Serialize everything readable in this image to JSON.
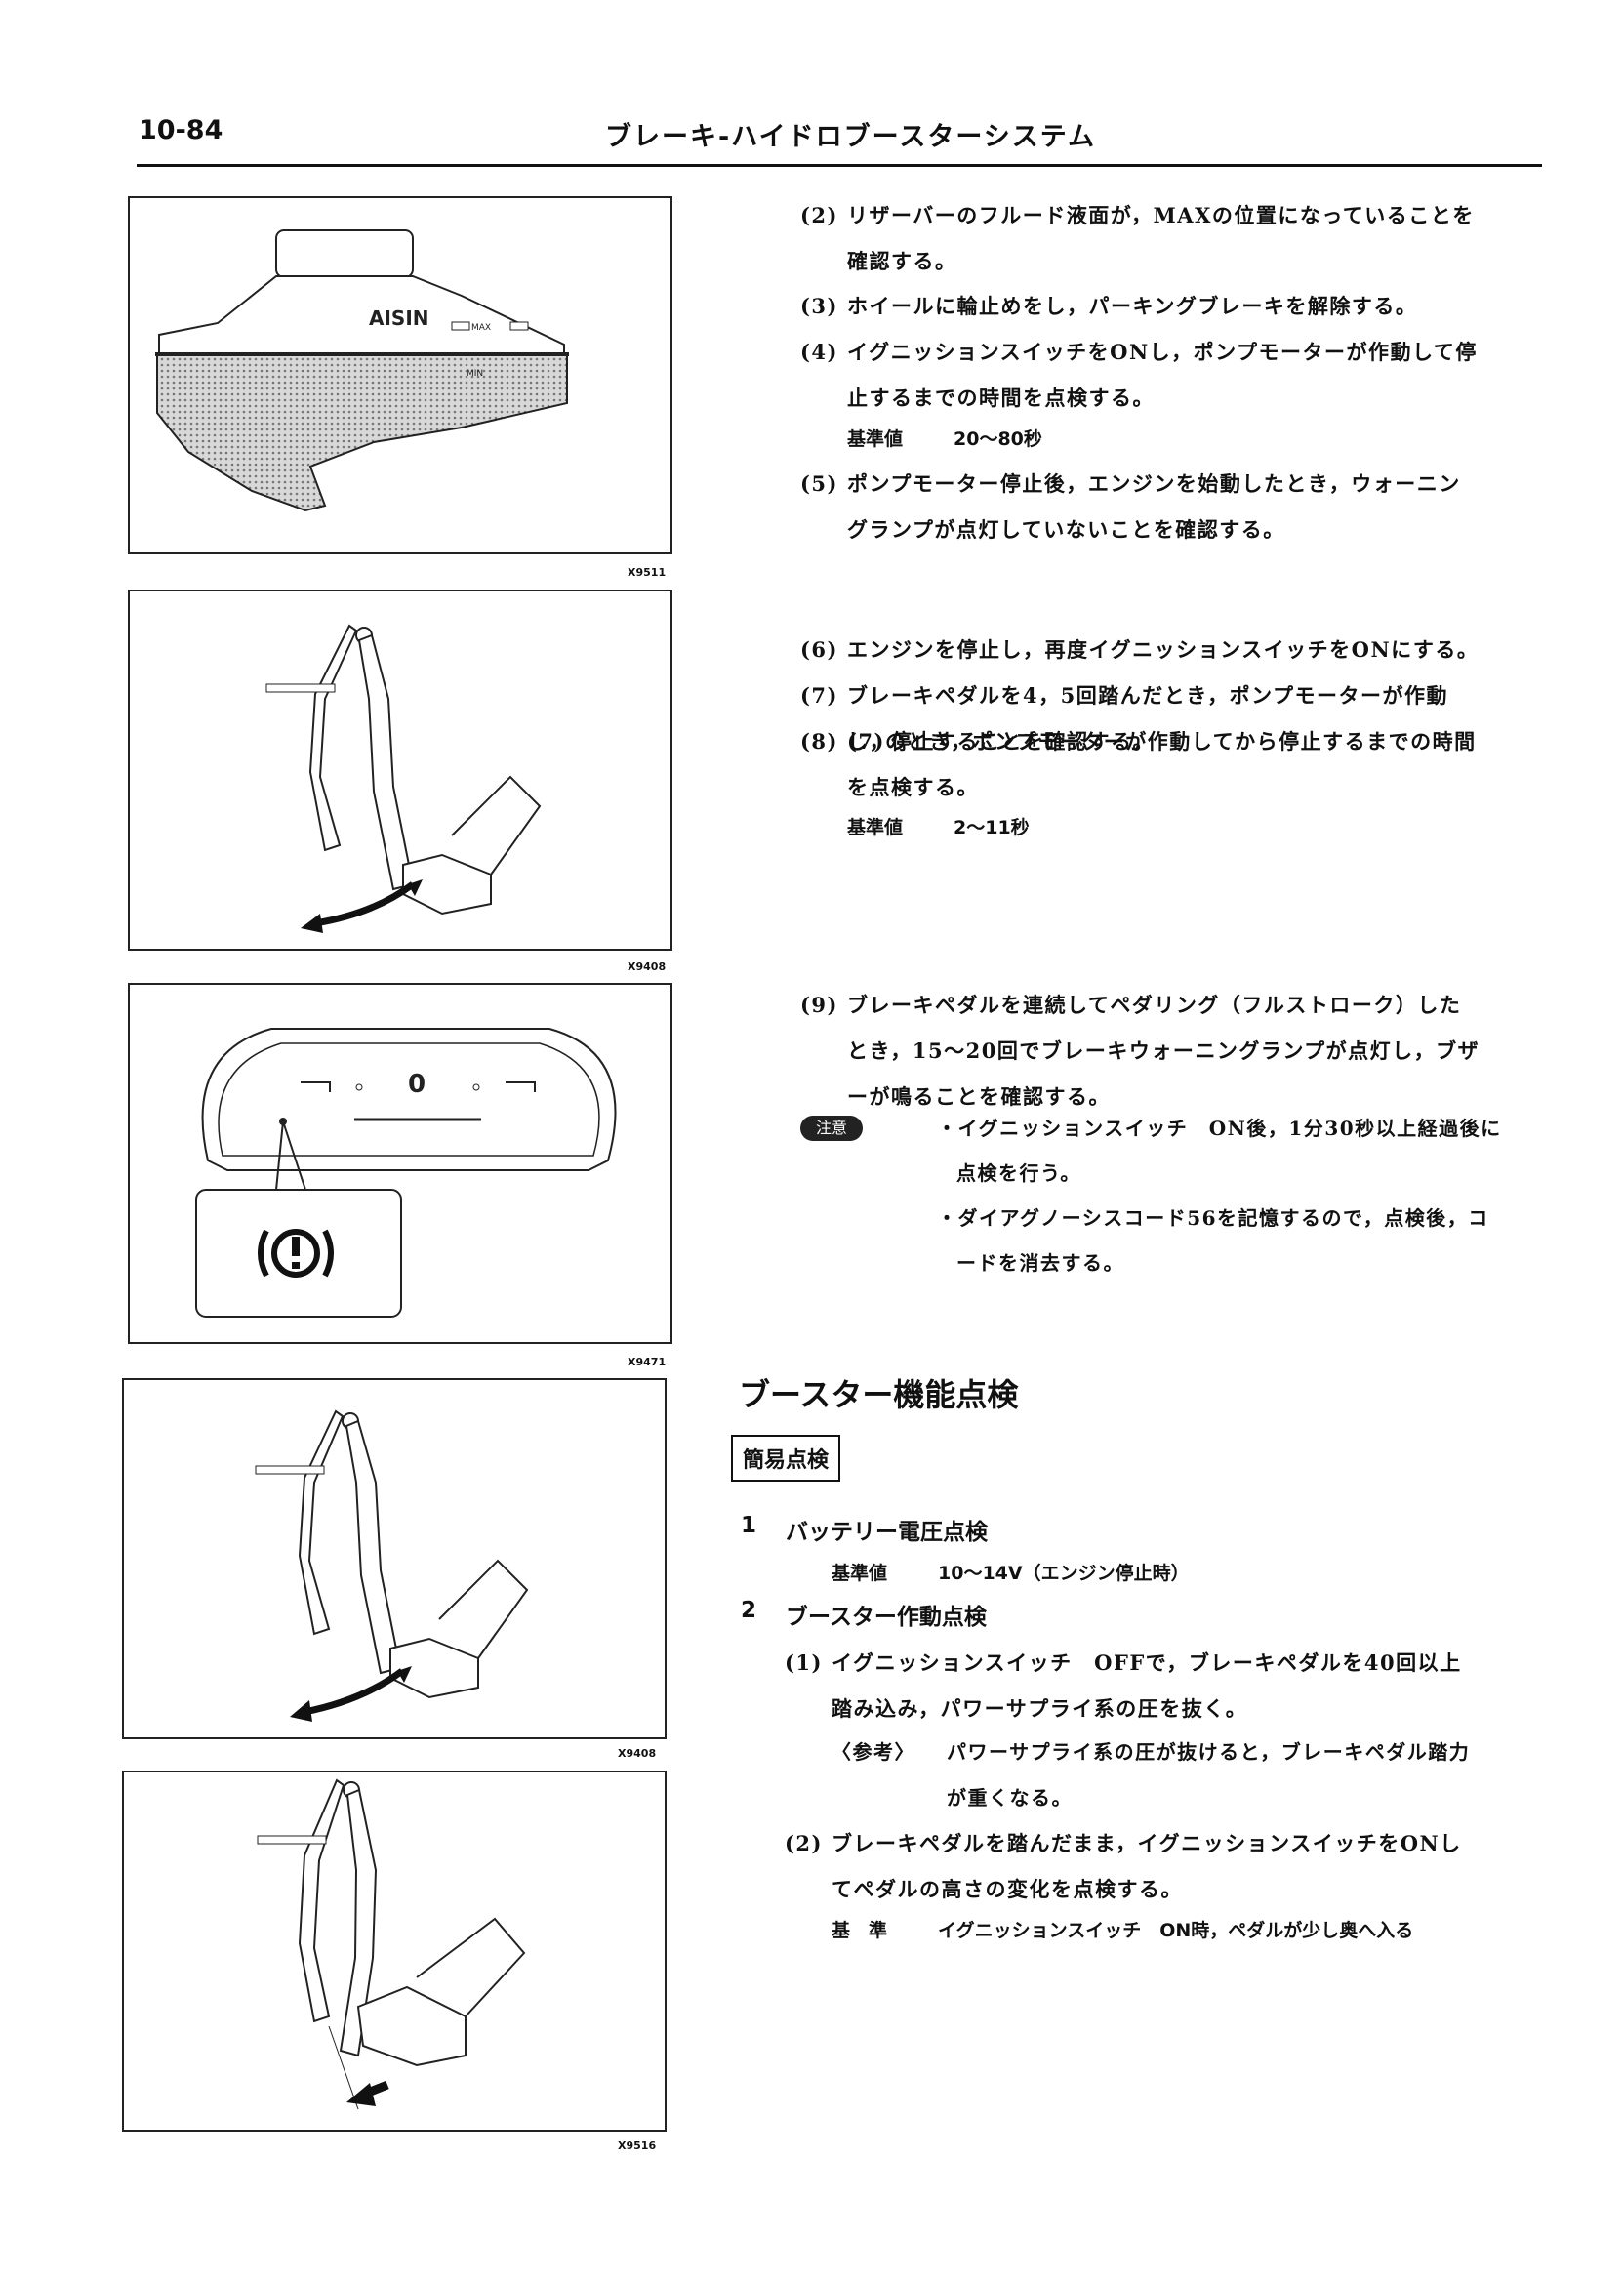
{
  "header": {
    "page_number": "10-84",
    "title": "ブレーキ-ハイドロブースターシステム"
  },
  "figures": {
    "fig1": {
      "brand": "AISIN",
      "max_label": "MAX",
      "min_label": "MIN",
      "code": "X9511"
    },
    "fig2": {
      "code": "X9408"
    },
    "fig3": {
      "indicator": "0",
      "code": "X9471"
    },
    "fig4": {
      "code": "X9408"
    },
    "fig5": {
      "code": "X9516"
    }
  },
  "steps_a": [
    {
      "num": "(2)",
      "lines": [
        "リザーバーのフルード液面が，MAXの位置になっていることを",
        "確認する。"
      ]
    },
    {
      "num": "(3)",
      "lines": [
        "ホイールに輪止めをし，パーキングブレーキを解除する。"
      ]
    },
    {
      "num": "(4)",
      "lines": [
        "イグニッションスイッチをONし，ポンプモーターが作動して停",
        "止するまでの時間を点検する。"
      ]
    },
    {
      "num": "(5)",
      "lines": [
        "ポンプモーター停止後，エンジンを始動したとき，ウォーニン",
        "グランプが点灯していないことを確認する。"
      ]
    }
  ],
  "spec_a": {
    "label": "基準値",
    "value": "20～80秒"
  },
  "steps_b": [
    {
      "num": "(6)",
      "lines": [
        "エンジンを停止し，再度イグニッションスイッチをONにする。"
      ]
    },
    {
      "num": "(7)",
      "lines": [
        "ブレーキペダルを4，5回踏んだとき，ポンプモーターが作動",
        "し，停止することを確認する。"
      ]
    },
    {
      "num": "(8)",
      "lines": [
        "(7)のとき，ポンプモーターが作動してから停止するまでの時間",
        "を点検する。"
      ]
    }
  ],
  "spec_b": {
    "label": "基準値",
    "value": "2～11秒"
  },
  "step9": {
    "num": "(9)",
    "lines": [
      "ブレーキペダルを連続してペダリング（フルストローク）した",
      "とき，15～20回でブレーキウォーニングランプが点灯し，ブザ",
      "ーが鳴ることを確認する。"
    ]
  },
  "caution": {
    "badge": "注意",
    "items": [
      [
        "・イグニッションスイッチ　ON後，1分30秒以上経過後に",
        "点検を行う。"
      ],
      [
        "・ダイアグノーシスコード56を記憶するので，点検後，コ",
        "ードを消去する。"
      ]
    ]
  },
  "section": {
    "title": "ブースター機能点検",
    "subtitle": "簡易点検",
    "item1": {
      "num": "1",
      "title": "バッテリー電圧点検",
      "spec_label": "基準値",
      "spec_value": "10～14V（エンジン停止時）"
    },
    "item2": {
      "num": "2",
      "title": "ブースター作動点検"
    },
    "sub1": {
      "num": "(1)",
      "lines": [
        "イグニッションスイッチ　OFFで，ブレーキペダルを40回以上",
        "踏み込み，パワーサプライ系の圧を抜く。"
      ]
    },
    "note": {
      "label": "〈参考〉",
      "lines": [
        "パワーサプライ系の圧が抜けると，ブレーキペダル踏力",
        "が重くなる。"
      ]
    },
    "sub2": {
      "num": "(2)",
      "lines": [
        "ブレーキペダルを踏んだまま，イグニッションスイッチをONし",
        "てペダルの高さの変化を点検する。"
      ]
    },
    "criteria": {
      "label": "基　準",
      "value": "イグニッションスイッチ　ON時，ペダルが少し奥へ入る"
    }
  }
}
